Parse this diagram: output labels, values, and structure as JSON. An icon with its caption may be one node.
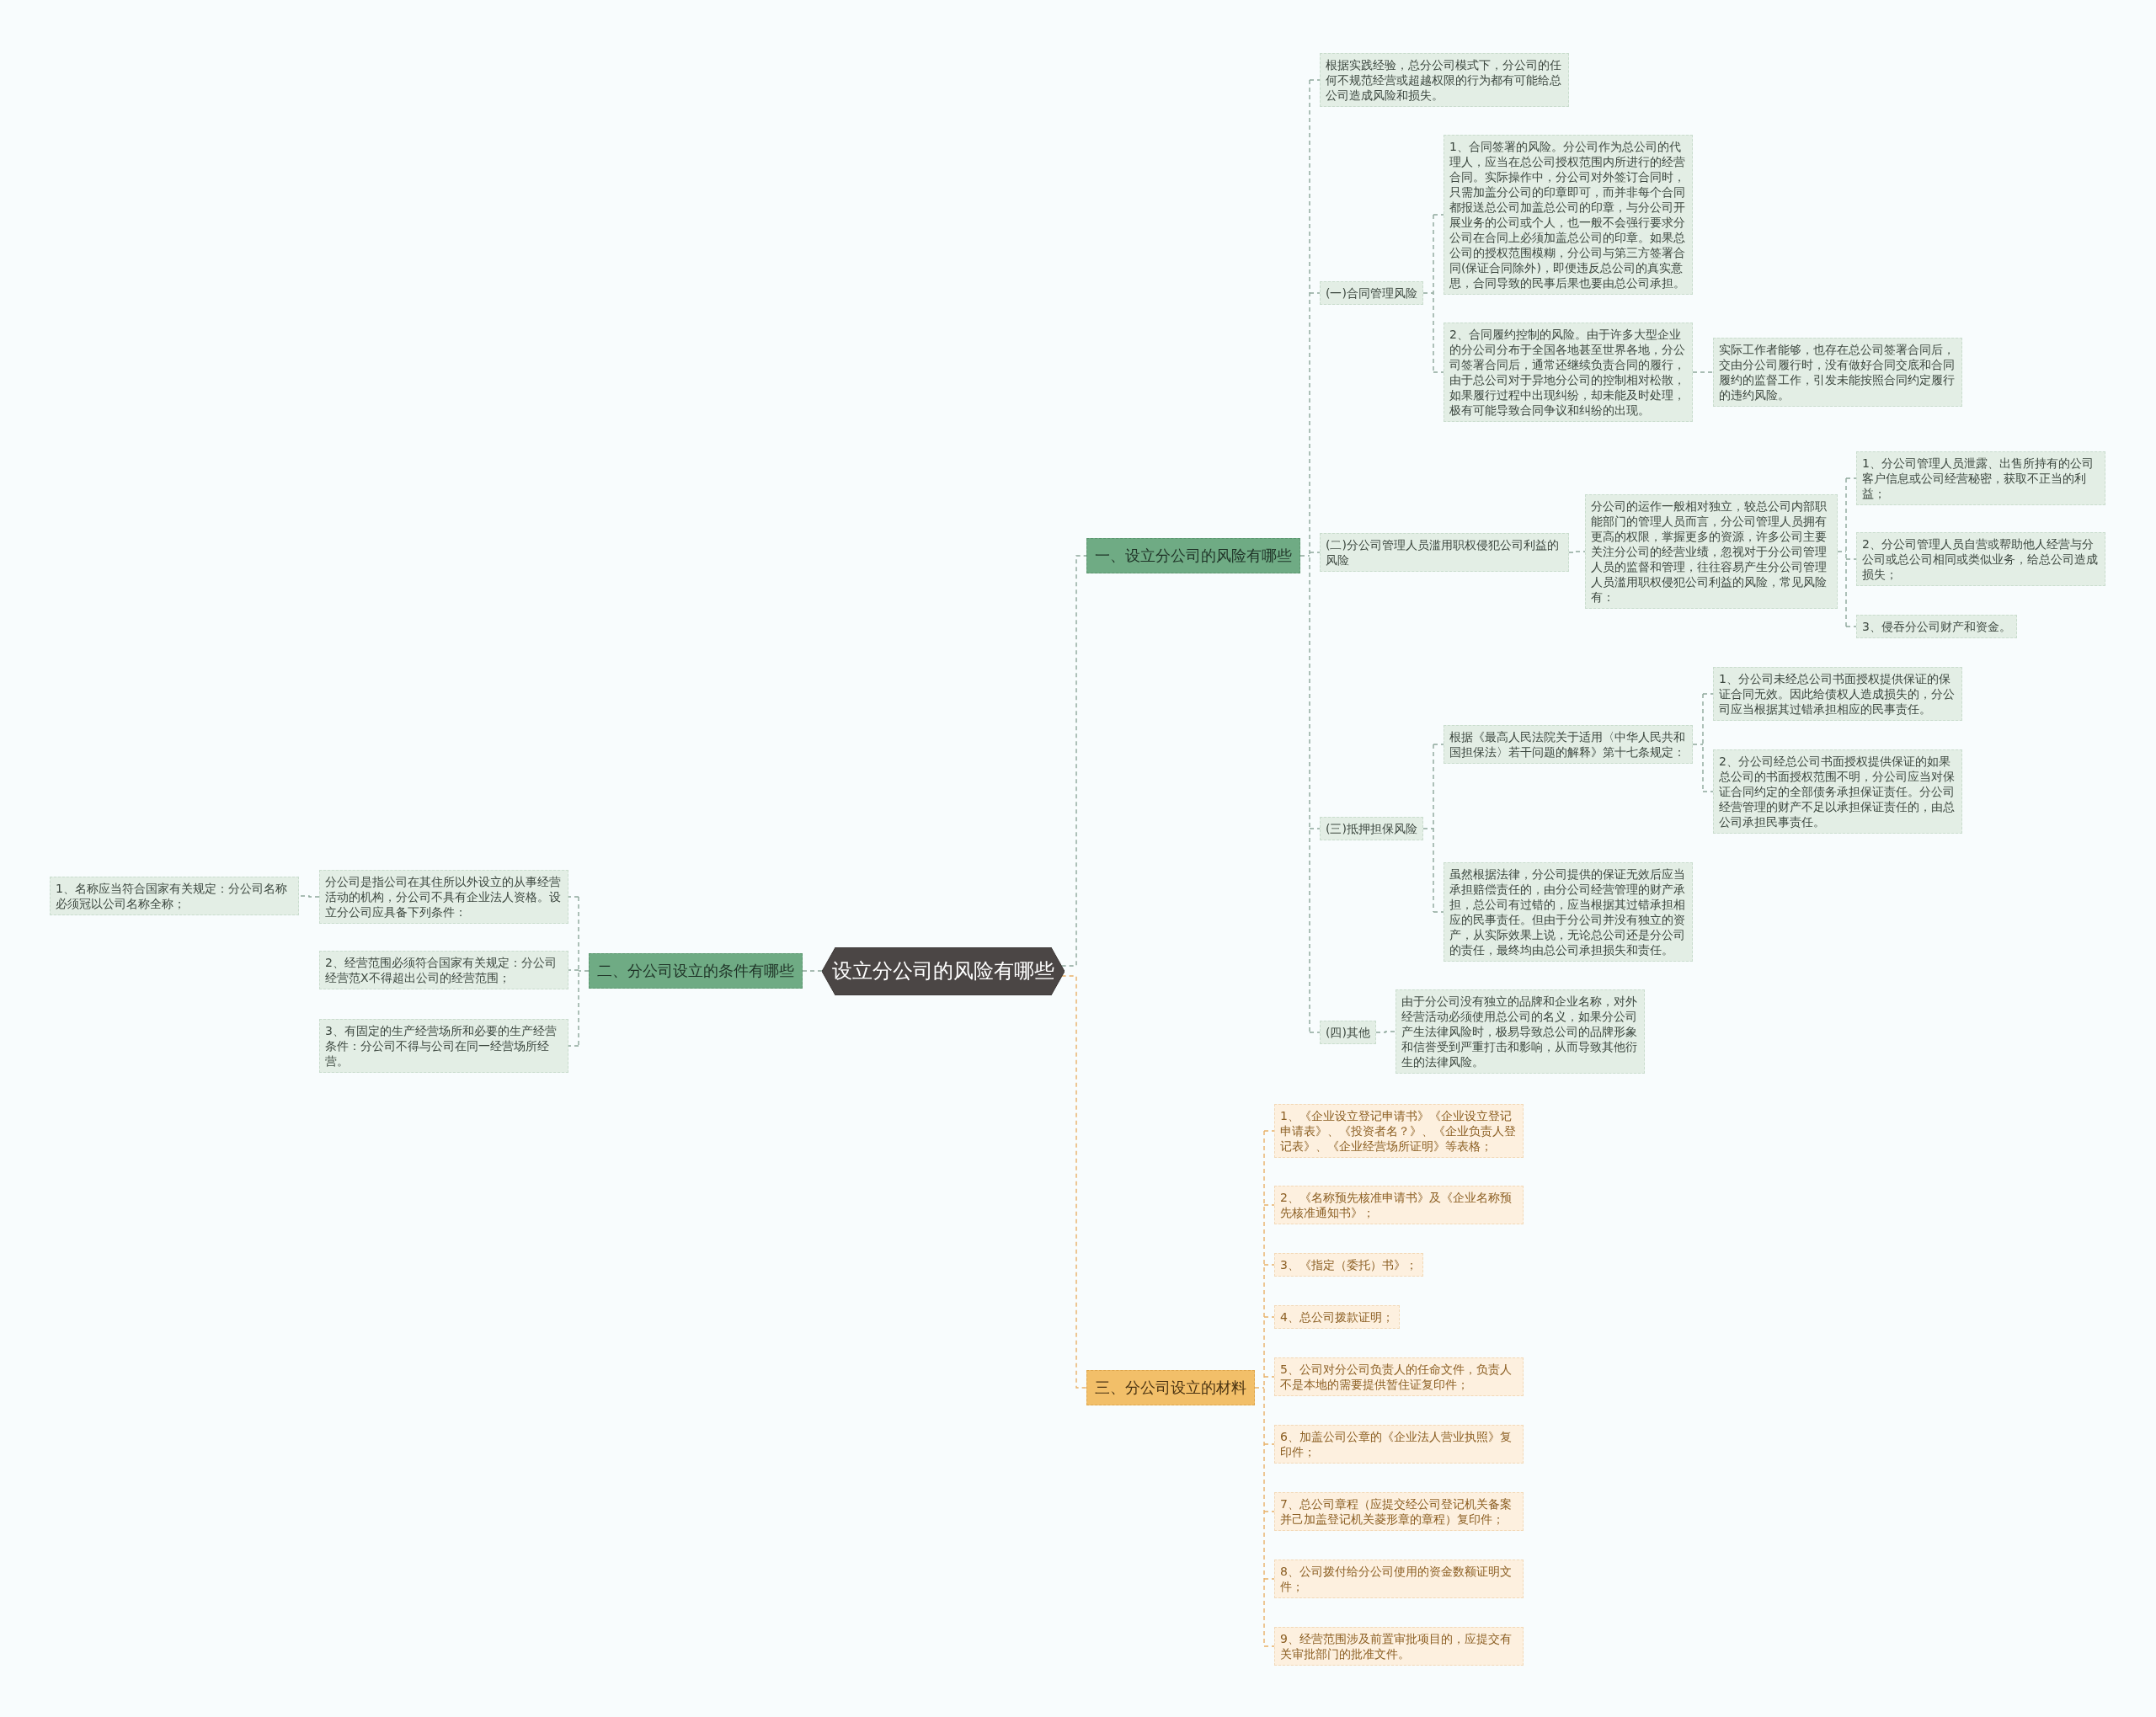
{
  "diagram": {
    "nodes": [
      {
        "text": [
          "设立分公司的风险有哪些"
        ]
      },
      {
        "text": [
          "一、设立分公司的风险有哪些"
        ]
      },
      {
        "text": [
          "根据实践经验，总分公司模式下，分公司的任何不规范经营或超越权限的行为都有可能给总公司造成风险和损失。"
        ]
      },
      {
        "text": [
          "(一)合同管理风险"
        ]
      },
      {
        "text": [
          "1、合同签署的风险。分公司作为总公司的代理人，应当在总公司授权范围内所进行的经营合同。实际操作中，分公司对外签订合同时，只需加盖分公司的印章即可，而并非每个合同都报送总公司加盖总公司的印章，与分公司开展业务的公司或个人，也一般不会强行要求分公司在合同上必须加盖总公司的印章。如果总公司的授权范围模糊，分公司与第三方签署合同(保证合同除外)，即便违反总公司的真实意思，合同导致的民事后果也要由总公司承担。"
        ]
      },
      {
        "text": [
          "2、合同履约控制的风险。由于许多大型企业的分公司分布于全国各地甚至世界各地，分公司签署合同后，通常还继续负责合同的履行，由于总公司对于异地分公司的控制相对松散，如果履行过程中出现纠纷，却未能及时处理，极有可能导致合同争议和纠纷的出现。"
        ]
      },
      {
        "text": [
          "实际工作者能够，也存在总公司签署合同后，交由分公司履行时，没有做好合同交底和合同履约的监督工作，引发未能按照合同约定履行的违约风险。"
        ]
      },
      {
        "text": [
          "(二)分公司管理人员滥用职权侵犯公司利益的风险"
        ]
      },
      {
        "text": [
          "分公司的运作一般相对独立，较总公司内部职能部门的管理人员而言，分公司管理人员拥有更高的权限，掌握更多的资源，许多公司主要关注分公司的经营业绩，忽视对于分公司管理人员的监督和管理，往往容易产生分公司管理人员滥用职权侵犯公司利益的风险，常见风险有："
        ]
      },
      {
        "text": [
          "1、分公司管理人员泄露、出售所持有的公司客户信息或公司经营秘密，获取不正当的利益；"
        ]
      },
      {
        "text": [
          "2、分公司管理人员自营或帮助他人经营与分公司或总公司相同或类似业务，给总公司造成损失；"
        ]
      },
      {
        "text": [
          "3、侵吞分公司财产和资金。"
        ]
      },
      {
        "text": [
          "(三)抵押担保风险"
        ]
      },
      {
        "text": [
          "根据《最高人民法院关于适用〈中华人民共和国担保法〉若干问题的解释》第十七条规定："
        ]
      },
      {
        "text": [
          "1、分公司未经总公司书面授权提供保证的保证合同无效。因此给债权人造成损失的，分公司应当根据其过错承担相应的民事责任。"
        ]
      },
      {
        "text": [
          "2、分公司经总公司书面授权提供保证的如果总公司的书面授权范围不明，分公司应当对保证合同约定的全部债务承担保证责任。分公司经营管理的财产不足以承担保证责任的，由总公司承担民事责任。"
        ]
      },
      {
        "text": [
          "虽然根据法律，分公司提供的保证无效后应当承担赔偿责任的，由分公司经营管理的财产承担，总公司有过错的，应当根据其过错承担相应的民事责任。但由于分公司并没有独立的资产，从实际效果上说，无论总公司还是分公司的责任，最终均由总公司承担损失和责任。"
        ]
      },
      {
        "text": [
          "(四)其他"
        ]
      },
      {
        "text": [
          "由于分公司没有独立的品牌和企业名称，对外经营活动必须使用总公司的名义，如果分公司产生法律风险时，极易导致总公司的品牌形象和信誉受到严重打击和影响，从而导致其他衍生的法律风险。"
        ]
      },
      {
        "text": [
          "二、分公司设立的条件有哪些"
        ]
      },
      {
        "text": [
          "分公司是指公司在其住所以外设立的从事经营活动的机构，分公司不具有企业法人资格。设立分公司应具备下列条件："
        ]
      },
      {
        "text": [
          "1、名称应当符合国家有关规定：分公司名称必须冠以公司名称全称；"
        ]
      },
      {
        "text": [
          "2、经营范围必须符合国家有关规定：分公司经营范X不得超出公司的经营范围；"
        ]
      },
      {
        "text": [
          "3、有固定的生产经营场所和必要的生产经营条件：分公司不得与公司在同一经营场所经营。"
        ]
      },
      {
        "text": [
          "三、分公司设立的材料"
        ]
      },
      {
        "text": [
          "1、《企业设立登记申请书》《企业设立登记申请表》、《投资者名？》、《企业负责人登记表》、《企业经营场所证明》等表格；"
        ]
      },
      {
        "text": [
          "2、《名称预先核准申请书》及《企业名称预先核准通知书》；"
        ]
      },
      {
        "text": [
          "3、《指定（委托）书》；"
        ]
      },
      {
        "text": [
          "4、总公司拨款证明；"
        ]
      },
      {
        "text": [
          "5、公司对分公司负责人的任命文件，负责人不是本地的需要提供暂住证复印件；"
        ]
      },
      {
        "text": [
          "6、加盖公司公章的《企业法人营业执照》复印件；"
        ]
      },
      {
        "text": [
          "7、总公司章程（应提交经公司登记机关备案并己加盖登记机关菱形章的章程）复印件；"
        ]
      },
      {
        "text": [
          "8、公司拨付给分公司使用的资金数额证明文件；"
        ]
      },
      {
        "text": [
          "9、经营范围涉及前置审批项目的，应提交有关审批部门的批准文件。"
        ]
      }
    ],
    "edges": [
      {
        "from": 0,
        "to": 1,
        "arrow": "none",
        "style": "dashed"
      },
      {
        "from": 1,
        "to": 2,
        "arrow": "none",
        "style": "dashed"
      },
      {
        "from": 1,
        "to": 3,
        "arrow": "none",
        "style": "dashed"
      },
      {
        "from": 3,
        "to": 4,
        "arrow": "none",
        "style": "dashed"
      },
      {
        "from": 3,
        "to": 5,
        "arrow": "none",
        "style": "dashed"
      },
      {
        "from": 5,
        "to": 6,
        "arrow": "none",
        "style": "dashed"
      },
      {
        "from": 1,
        "to": 7,
        "arrow": "none",
        "style": "dashed"
      },
      {
        "from": 7,
        "to": 8,
        "arrow": "none",
        "style": "dashed"
      },
      {
        "from": 8,
        "to": 9,
        "arrow": "none",
        "style": "dashed"
      },
      {
        "from": 8,
        "to": 10,
        "arrow": "none",
        "style": "dashed"
      },
      {
        "from": 8,
        "to": 11,
        "arrow": "none",
        "style": "dashed"
      },
      {
        "from": 1,
        "to": 12,
        "arrow": "none",
        "style": "dashed"
      },
      {
        "from": 12,
        "to": 13,
        "arrow": "none",
        "style": "dashed"
      },
      {
        "from": 13,
        "to": 14,
        "arrow": "none",
        "style": "dashed"
      },
      {
        "from": 13,
        "to": 15,
        "arrow": "none",
        "style": "dashed"
      },
      {
        "from": 12,
        "to": 16,
        "arrow": "none",
        "style": "dashed"
      },
      {
        "from": 1,
        "to": 17,
        "arrow": "none",
        "style": "dashed"
      },
      {
        "from": 17,
        "to": 18,
        "arrow": "none",
        "style": "dashed"
      },
      {
        "from": 0,
        "to": 19,
        "arrow": "none",
        "style": "dashed"
      },
      {
        "from": 19,
        "to": 20,
        "arrow": "none",
        "style": "dashed"
      },
      {
        "from": 20,
        "to": 21,
        "arrow": "none",
        "style": "dashed"
      },
      {
        "from": 19,
        "to": 22,
        "arrow": "none",
        "style": "dashed"
      },
      {
        "from": 19,
        "to": 23,
        "arrow": "none",
        "style": "dashed"
      },
      {
        "from": 0,
        "to": 24,
        "arrow": "none",
        "style": "dashed",
        "color": "#e8b066"
      },
      {
        "from": 24,
        "to": 25,
        "arrow": "none",
        "style": "dashed",
        "color": "#e8b066"
      },
      {
        "from": 24,
        "to": 26,
        "arrow": "none",
        "style": "dashed",
        "color": "#e8b066"
      },
      {
        "from": 24,
        "to": 27,
        "arrow": "none",
        "style": "dashed",
        "color": "#e8b066"
      },
      {
        "from": 24,
        "to": 28,
        "arrow": "none",
        "style": "dashed",
        "color": "#e8b066"
      },
      {
        "from": 24,
        "to": 29,
        "arrow": "none",
        "style": "dashed",
        "color": "#e8b066"
      },
      {
        "from": 24,
        "to": 30,
        "arrow": "none",
        "style": "dashed",
        "color": "#e8b066"
      },
      {
        "from": 24,
        "to": 31,
        "arrow": "none",
        "style": "dashed",
        "color": "#e8b066"
      },
      {
        "from": 24,
        "to": 32,
        "arrow": "none",
        "style": "dashed",
        "color": "#e8b066"
      },
      {
        "from": 24,
        "to": 33,
        "arrow": "none",
        "style": "dashed",
        "color": "#e8b066"
      }
    ]
  }
}
